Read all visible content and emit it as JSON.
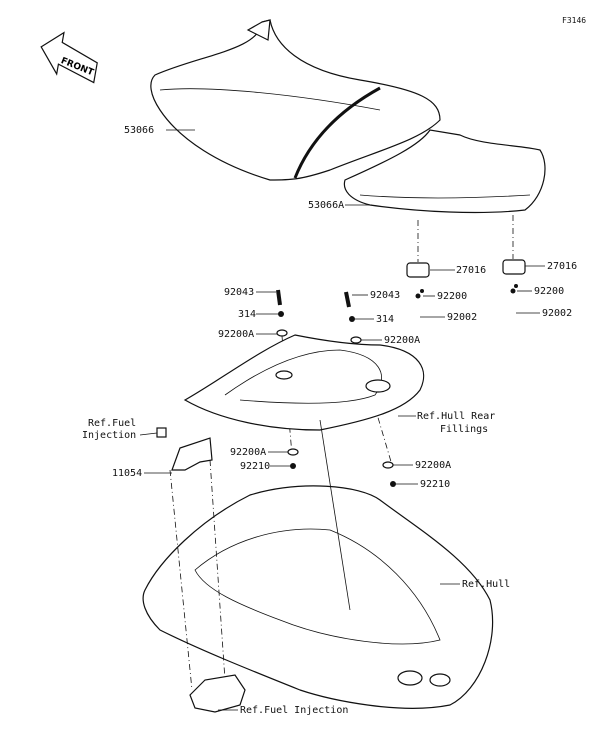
{
  "figure_id": "F3146",
  "front_arrow": "FRONT",
  "labels": {
    "seat_front": "53066",
    "seat_rear": "53066A",
    "stopper_left": "27016",
    "stopper_right": "27016",
    "washer_left": "92200",
    "washer_right": "92200",
    "bolt_left": "92002",
    "bolt_right": "92002",
    "stud_left": "92043",
    "stud_right": "92043",
    "nut_left": "314",
    "nut_right": "314",
    "washer_a_top_left": "92200A",
    "washer_a_top_right": "92200A",
    "hull_rear_fittings_1": "Ref.Hull Rear",
    "hull_rear_fittings_2": "Fillings",
    "fuel_injection_top_1": "Ref.Fuel",
    "fuel_injection_top_2": "Injection",
    "bracket": "11054",
    "washer_a_bottom_left": "92200A",
    "washer_a_bottom_right": "92200A",
    "nut_bottom_left": "92210",
    "nut_bottom_right": "92210",
    "hull": "Ref.Hull",
    "fuel_injection_bottom": "Ref.Fuel Injection"
  }
}
